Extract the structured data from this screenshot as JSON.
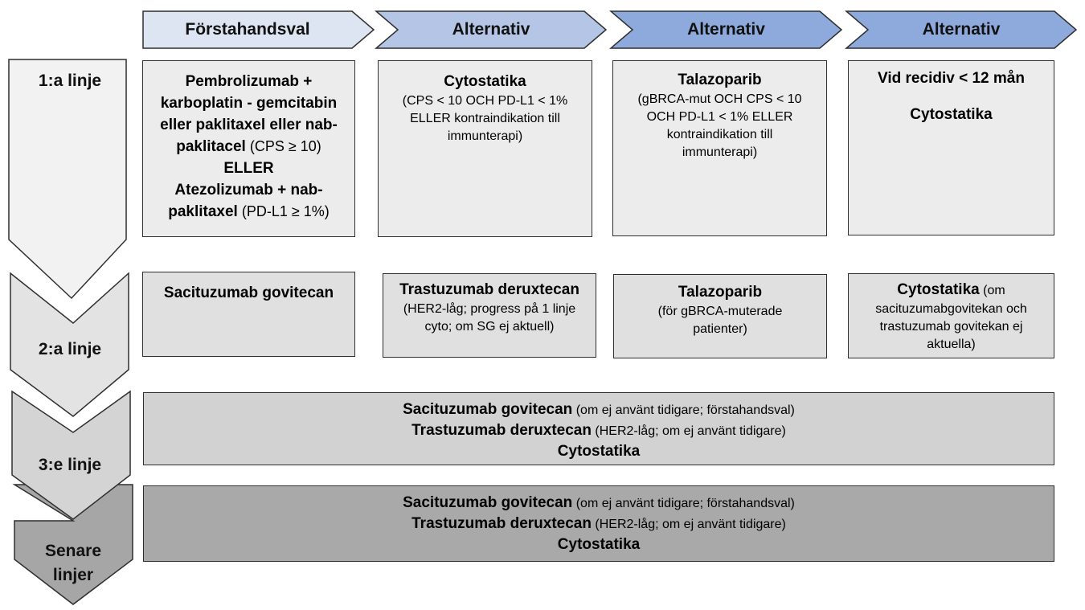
{
  "headers": [
    "Förstahandsval",
    "Alternativ",
    "Alternativ",
    "Alternativ"
  ],
  "colors": {
    "header_1": "#dde4f2",
    "header_2": "#b4c5e6",
    "header_3": "#8eaadc",
    "header_4": "#8eaadc",
    "chevron_1": "#f2f2f2",
    "chevron_2": "#e3e3e3",
    "chevron_3": "#d4d4d4",
    "chevron_4": "#a6a6a6"
  },
  "lines": [
    "1:a linje",
    "2:a linje",
    "3:e linje",
    "Senare",
    "linjer"
  ],
  "line1": {
    "col1": {
      "b1": "Pembrolizumab +",
      "b2": "karboplatin - gemcitabin",
      "b3": "eller paklitaxel eller nab-",
      "b4": "paklitacel",
      "n4": " (CPS ≥ 10)",
      "b5": "ELLER",
      "b6": "Atezolizumab + nab-",
      "b7": "paklitaxel",
      "n7": " (PD-L1 ≥ 1%)"
    },
    "col2": {
      "title": "Cytostatika",
      "l1": "(CPS < 10 OCH PD-L1 < 1%",
      "l2": "ELLER kontraindikation till",
      "l3": "immunterapi)"
    },
    "col3": {
      "title": "Talazoparib",
      "l1": "(gBRCA-mut OCH CPS < 10",
      "l2": "OCH PD-L1 < 1% ELLER",
      "l3": "kontraindikation till",
      "l4": "immunterapi)"
    },
    "col4": {
      "title": "Vid recidiv < 12 mån",
      "title2": "Cytostatika"
    }
  },
  "line2": {
    "col1": {
      "title": "Sacituzumab govitecan"
    },
    "col2": {
      "title": "Trastuzumab deruxtecan",
      "l1": "(HER2-låg; progress på 1 linje",
      "l2": "cyto; om SG ej aktuell)"
    },
    "col3": {
      "title": "Talazoparib",
      "l1": "(för gBRCA-muterade",
      "l2": "patienter)"
    },
    "col4": {
      "title": "Cytostatika",
      "n1": " (om",
      "l2": "sacituzumabgovitekan och",
      "l3": "trastuzumab govitekan ej",
      "l4": "aktuella)"
    }
  },
  "line3": {
    "r1_b": "Sacituzumab govitecan",
    "r1_n": " (om ej använt tidigare; förstahandsval)",
    "r2_b": "Trastuzumab deruxtecan",
    "r2_n": " (HER2-låg; om ej använt tidigare)",
    "r3_b": "Cytostatika"
  },
  "later": {
    "r1_b": "Sacituzumab govitecan",
    "r1_n": " (om ej använt tidigare; förstahandsval)",
    "r2_b": "Trastuzumab deruxtecan",
    "r2_n": " (HER2-låg; om ej använt tidigare)",
    "r3_b": "Cytostatika"
  }
}
